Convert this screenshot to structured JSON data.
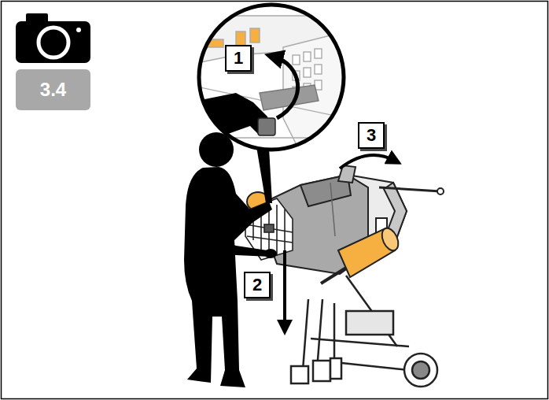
{
  "diagram": {
    "nodes": [
      {
        "text": [
          "3.4"
        ]
      },
      {
        "text": [
          "1"
        ]
      },
      {
        "text": [
          "3"
        ]
      },
      {
        "text": [
          "2"
        ]
      }
    ]
  }
}
